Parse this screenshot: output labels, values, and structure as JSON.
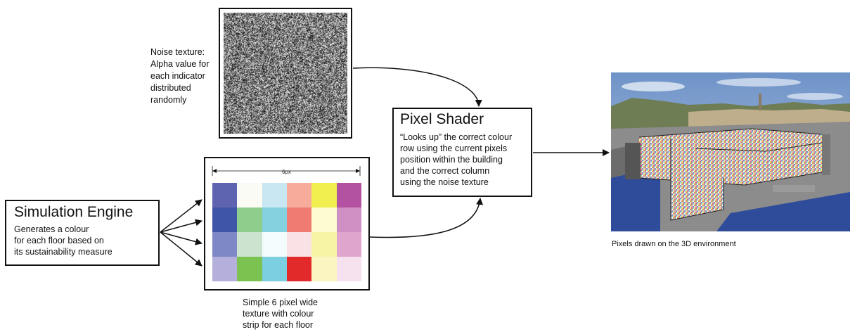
{
  "noise_caption": [
    "Noise texture:",
    "Alpha value for",
    "each indicator",
    "distributed",
    "randomly"
  ],
  "simulation_engine": {
    "title": "Simulation Engine",
    "lines": [
      "Generates a colour",
      "for each floor based on",
      "its sustainability measure"
    ]
  },
  "pixel_shader": {
    "title": "Pixel Shader",
    "lines": [
      "“Looks up” the correct colour",
      "row using the current pixels",
      "position within the building",
      "and the correct column",
      "using the noise texture"
    ]
  },
  "texture": {
    "width_label": "6px",
    "colors": [
      [
        "#5f64b0",
        "#fbfbf5",
        "#c9e7f2",
        "#f7ab9b",
        "#f1ef50",
        "#b352a0"
      ],
      [
        "#3f55a8",
        "#8fcd8c",
        "#85d1df",
        "#ef7b73",
        "#fcfbd2",
        "#d08fc2"
      ],
      [
        "#7f88c7",
        "#cbe3cf",
        "#f4fbfc",
        "#f9e1e6",
        "#f8f4a6",
        "#dfa5cd"
      ],
      [
        "#b5b0db",
        "#7cc250",
        "#7ccfe0",
        "#e32a2a",
        "#fbf5c2",
        "#f6e2ee"
      ]
    ]
  },
  "texture_caption": [
    "Simple 6 pixel wide",
    "texture with colour",
    "strip for each floor"
  ],
  "render_caption": "Pixels drawn on the 3D environment"
}
